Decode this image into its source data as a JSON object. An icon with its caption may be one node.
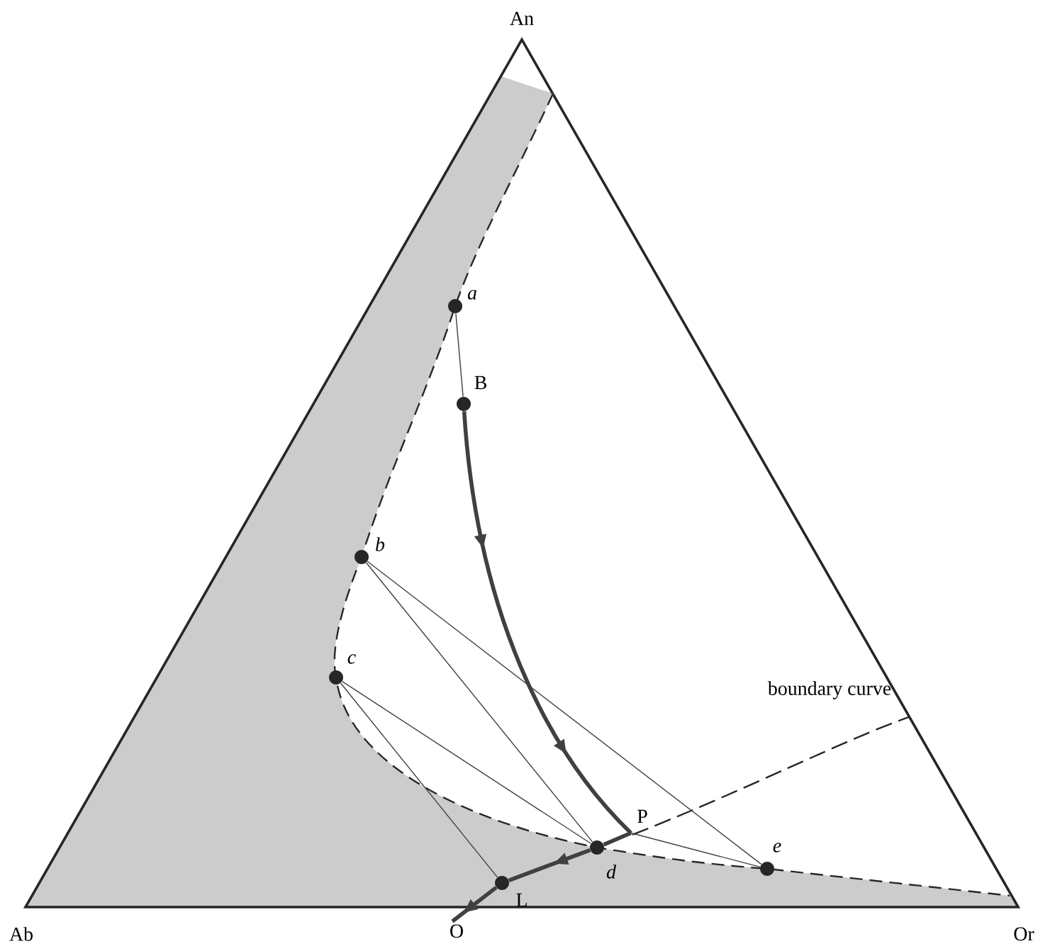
{
  "diagram": {
    "nodes": [
      {
        "text": [],
        "shape": "circle",
        "beside": [
          "a"
        ]
      },
      {
        "text": [],
        "shape": "circle",
        "beside": [
          "B"
        ]
      },
      {
        "text": [],
        "shape": "circle",
        "beside": [
          "b"
        ]
      },
      {
        "text": [],
        "shape": "circle",
        "beside": [
          "c"
        ]
      },
      {
        "text": [
          "P"
        ]
      },
      {
        "text": [],
        "shape": "circle",
        "beside": [
          "d"
        ]
      },
      {
        "text": [],
        "shape": "circle",
        "beside": [
          "e"
        ]
      },
      {
        "text": [],
        "shape": "circle",
        "beside": [
          "L"
        ]
      },
      {
        "text": [
          "O"
        ]
      }
    ],
    "edges": [
      {
        "from": 0,
        "to": 1,
        "arrow": "none"
      },
      {
        "from": 1,
        "to": 4,
        "arrow": "to",
        "style": "thick"
      },
      {
        "from": 4,
        "to": 5,
        "arrow": "none",
        "style": "thick"
      },
      {
        "from": 5,
        "to": 7,
        "arrow": "to",
        "style": "thick"
      },
      {
        "from": 7,
        "to": 8,
        "arrow": "to",
        "style": "thick"
      },
      {
        "from": 2,
        "to": 6,
        "arrow": "none"
      },
      {
        "from": 2,
        "to": 5,
        "arrow": "none"
      },
      {
        "from": 3,
        "to": 5,
        "arrow": "none"
      },
      {
        "from": 3,
        "to": 7,
        "arrow": "none"
      },
      {
        "from": 4,
        "to": 6,
        "arrow": "none"
      }
    ],
    "labels": [
      "An",
      "Ab",
      "Or",
      "boundary curve"
    ]
  }
}
